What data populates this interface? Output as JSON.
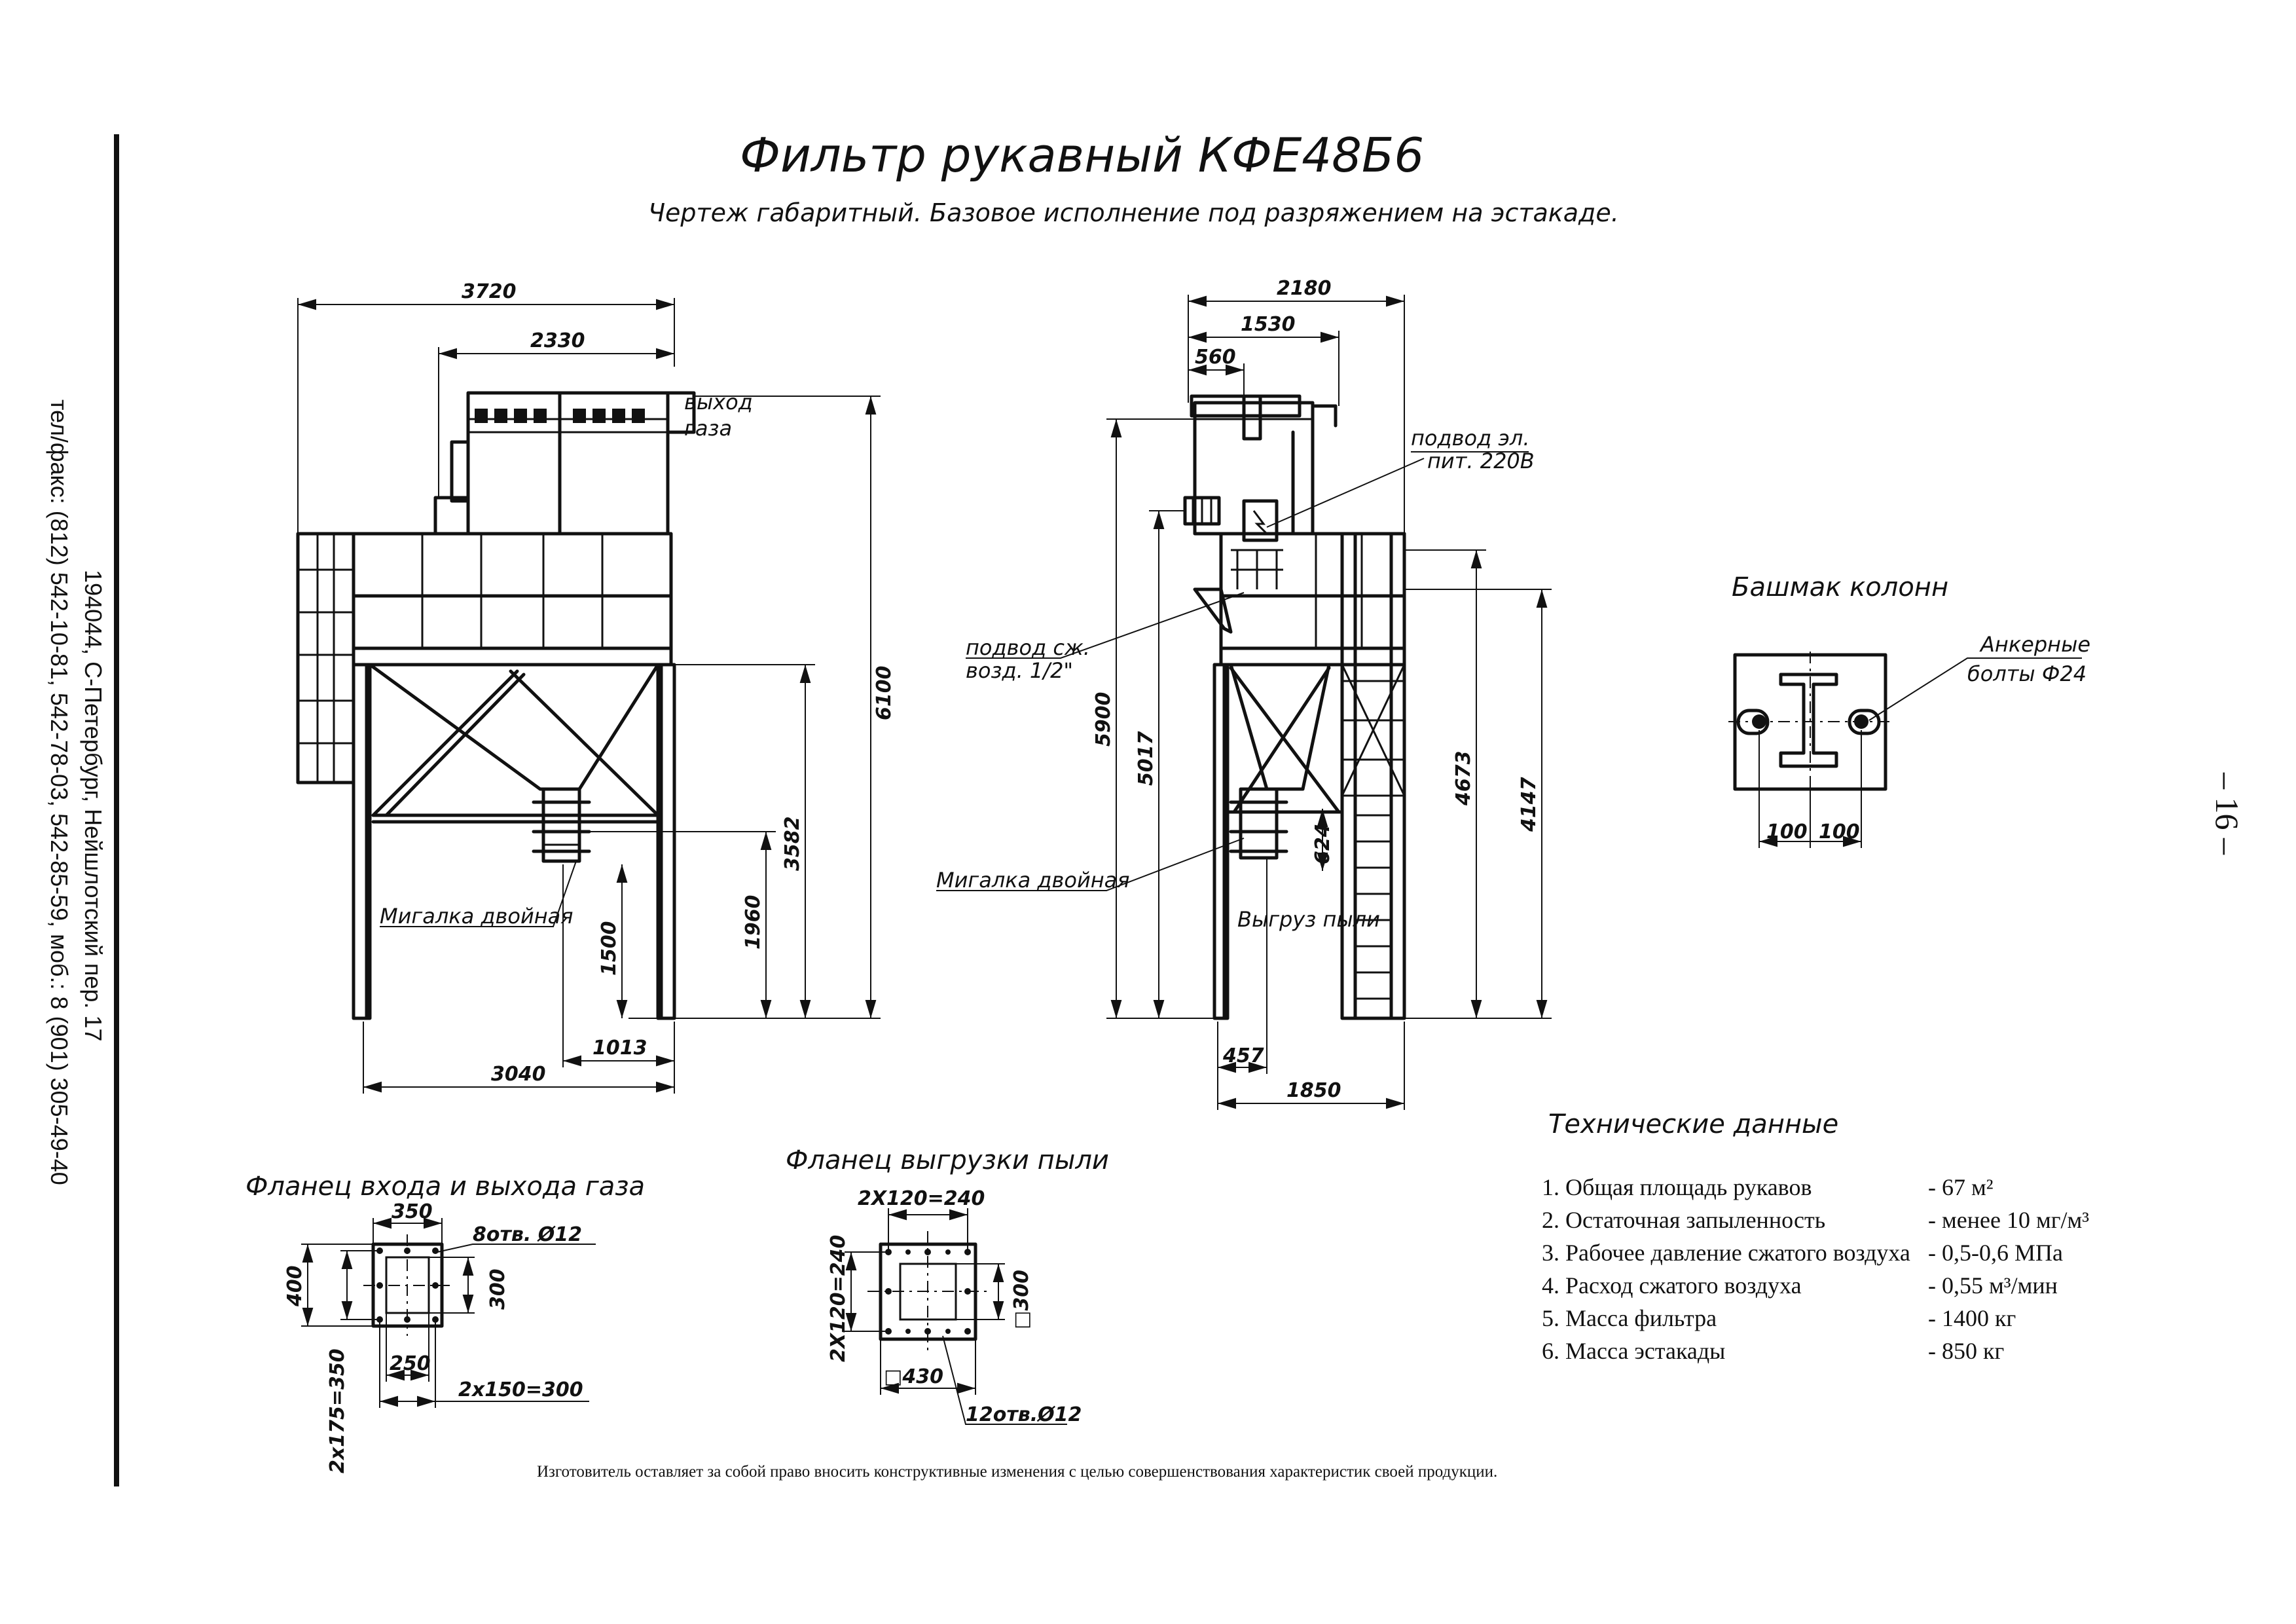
{
  "title": "Фильтр рукавный КФЕ48Б6",
  "subtitle": "Чертеж габаритный. Базовое исполнение под разряжением на эстакаде.",
  "page_number": "– 16 –",
  "contacts": {
    "address": "194044, С-Петербург, Нейшлотский пер. 17",
    "phones": "тел/факс: (812) 542-10-81, 542-78-03, 542-85-59, моб.: 8 (901) 305-49-40"
  },
  "front_view": {
    "dims": {
      "total_width": "3720",
      "top_width": "2330",
      "base_width": "3040",
      "offset": "1013",
      "height_total": "6100",
      "height_platform": "3582",
      "height_valve": "1960",
      "height_outlet": "1500"
    },
    "labels": {
      "gas_outlet_1": "выход",
      "gas_outlet_2": "газа",
      "valve": "Мигалка двойная"
    }
  },
  "side_view": {
    "dims": {
      "total_width": "2180",
      "w1530": "1530",
      "w560": "560",
      "h5900": "5900",
      "h5017": "5017",
      "h4673": "4673",
      "h4147": "4147",
      "h624": "624",
      "w457": "457",
      "w1850": "1850"
    },
    "labels": {
      "power_1": "подвод эл.",
      "power_2": "пит. 220В",
      "air_1": "подвод сж.",
      "air_2": "возд. 1/2\"",
      "valve": "Мигалка двойная",
      "dust": "Выгруз пыли"
    }
  },
  "column_shoe": {
    "title": "Башмак колонн",
    "anchor_1": "Анкерные",
    "anchor_2": "болты Ф24",
    "dim_a": "100",
    "dim_b": "100"
  },
  "gas_flange": {
    "title": "Фланец входа и выхода газа",
    "d350": "350",
    "holes": "8отв. Ø12",
    "d400": "400",
    "d300": "300",
    "d250": "250",
    "d2x150": "2x150=300",
    "d2x175": "2x175=350"
  },
  "dust_flange": {
    "title": "Фланец выгрузки пыли",
    "d2x120_top": "2X120=240",
    "d2x120_side": "2X120=240",
    "d300": "□300",
    "d430": "□430",
    "holes": "12отв.Ø12"
  },
  "tech": {
    "title": "Технические данные",
    "rows": [
      {
        "name": "1. Общая площадь рукавов",
        "value": "- 67 м²"
      },
      {
        "name": "2. Остаточная запыленность",
        "value": "- менее 10 мг/м³"
      },
      {
        "name": "3. Рабочее давление сжатого воздуха",
        "value": "- 0,5-0,6 МПа"
      },
      {
        "name": "4. Расход сжатого воздуха",
        "value": "- 0,55 м³/мин"
      },
      {
        "name": "5. Масса фильтра",
        "value": "- 1400 кг"
      },
      {
        "name": "6. Масса эстакады",
        "value": "- 850 кг"
      }
    ]
  },
  "footer_note": "Изготовитель оставляет за собой право вносить конструктивные изменения с целью совершенствования характеристик своей продукции."
}
